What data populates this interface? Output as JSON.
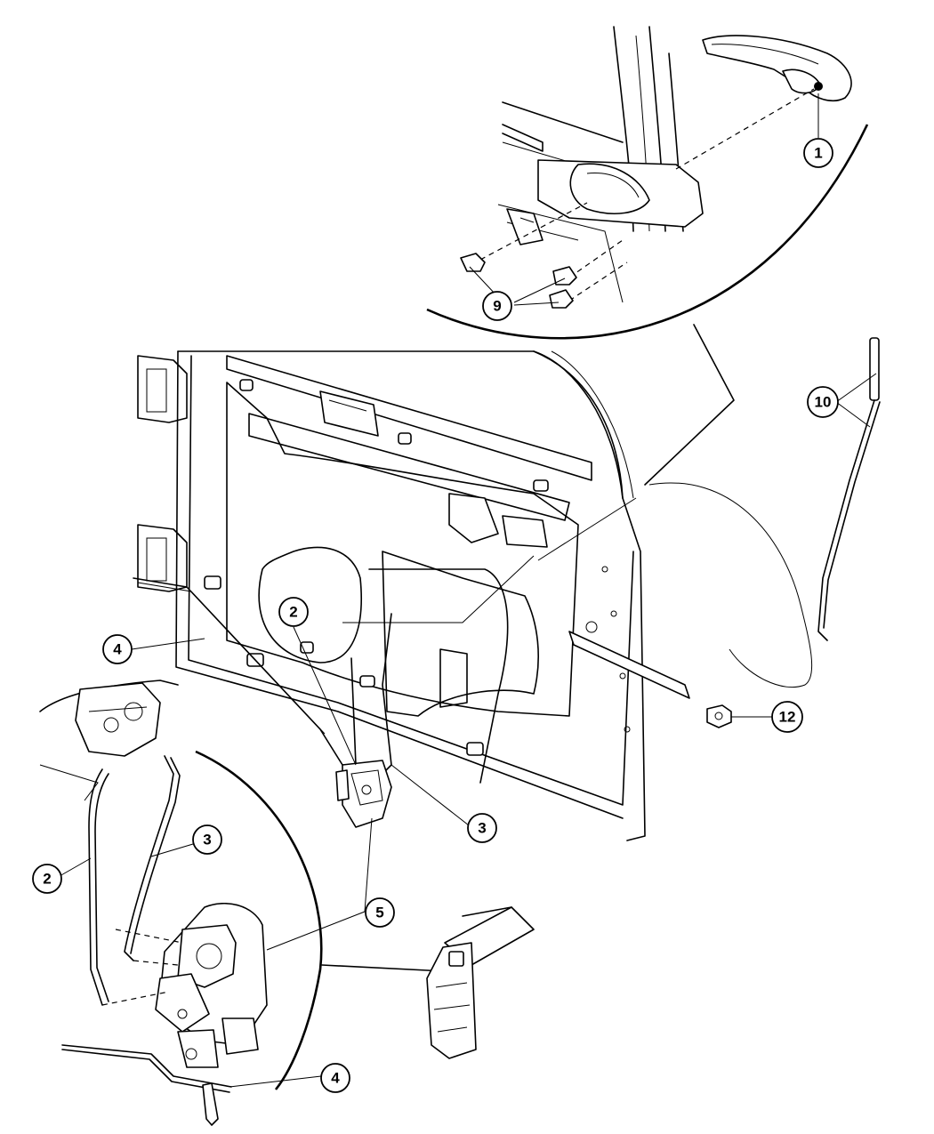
{
  "callouts": [
    {
      "id": "c1",
      "label": "1"
    },
    {
      "id": "c9",
      "label": "9"
    },
    {
      "id": "c10",
      "label": "10"
    },
    {
      "id": "c2a",
      "label": "2"
    },
    {
      "id": "c4a",
      "label": "4"
    },
    {
      "id": "c12",
      "label": "12"
    },
    {
      "id": "c3a",
      "label": "3"
    },
    {
      "id": "c2b",
      "label": "2"
    },
    {
      "id": "c3b",
      "label": "3"
    },
    {
      "id": "c5",
      "label": "5"
    },
    {
      "id": "c4b",
      "label": "4"
    }
  ]
}
